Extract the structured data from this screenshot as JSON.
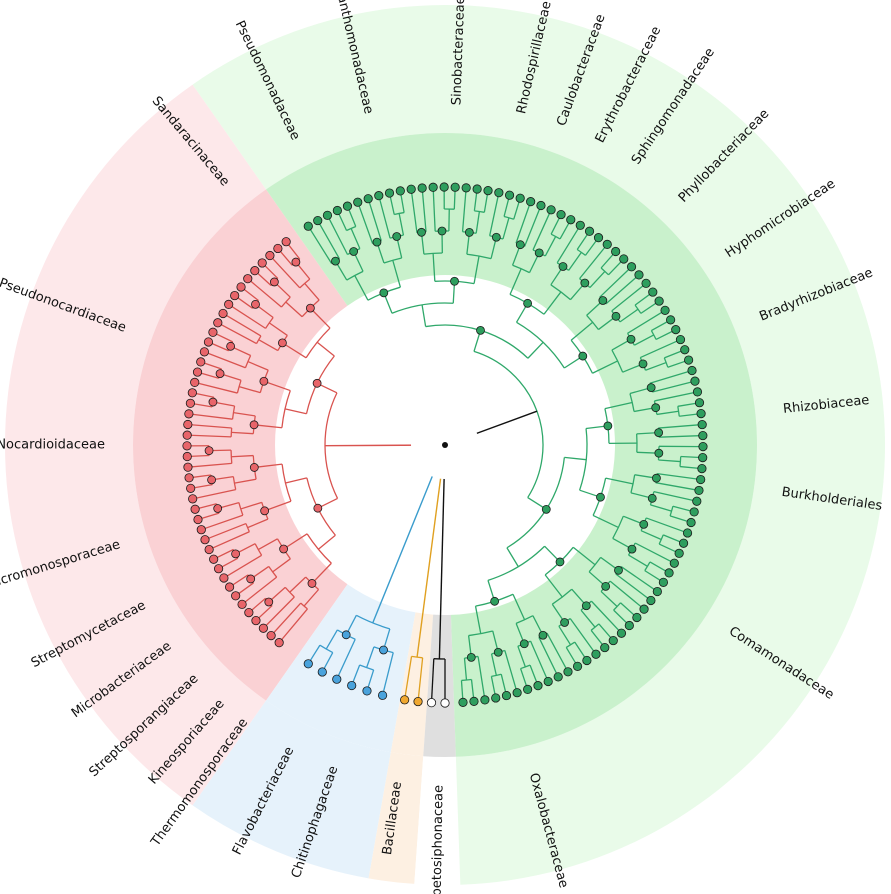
{
  "colors": {
    "actino_outer": "#fde8ea",
    "actino_inner": "#f9c9cd",
    "actino_branch": "#d9534f",
    "actino_node": "#e8656a",
    "bacteroid_outer": "#e6f2fb",
    "bacteroid_branch": "#3a9ccc",
    "bacteroid_node": "#4aa3dc",
    "firmic_outer": "#fdf0e2",
    "firmic_branch": "#e0a020",
    "firmic_node": "#f0a830",
    "dein_outer": "#ffffff",
    "dein_inner": "#d9d9d9",
    "proteo_outer": "#e9fbe9",
    "proteo_inner": "#bfeec3",
    "proteo_branch": "#2fa86a",
    "proteo_node": "#2e9e5e",
    "root_branch": "#111111",
    "node_stroke": "#1a1a1a"
  },
  "families": [
    "Pseudonocardiaceae",
    "Nocardioidaceae",
    "Micromonosporaceae",
    "Streptomycetaceae",
    "Microbacteriaceae",
    "Streptosporangiaceae",
    "Kineosporiaceae",
    "Thermomonosporaceae",
    "Flavobacteriaceae",
    "Chitinophagaceae",
    "Bacillaceae",
    "Herpetosiphonaceae",
    "Oxalobacteraceae",
    "Comamonadaceae",
    "Burkholderiales",
    "Rhizobiaceae",
    "Bradyrhizobiaceae",
    "Hyphomicrobiaceae",
    "Phyllobacteriaceae",
    "Sphingomonadaceae",
    "Erythrobacteraceae",
    "Caulobacteraceae",
    "Rhodospirillaceae",
    "Sinobacteraceae",
    "Xanthomonadaceae",
    "Pseudomonadaceae",
    "Sandaracinaceae"
  ]
}
